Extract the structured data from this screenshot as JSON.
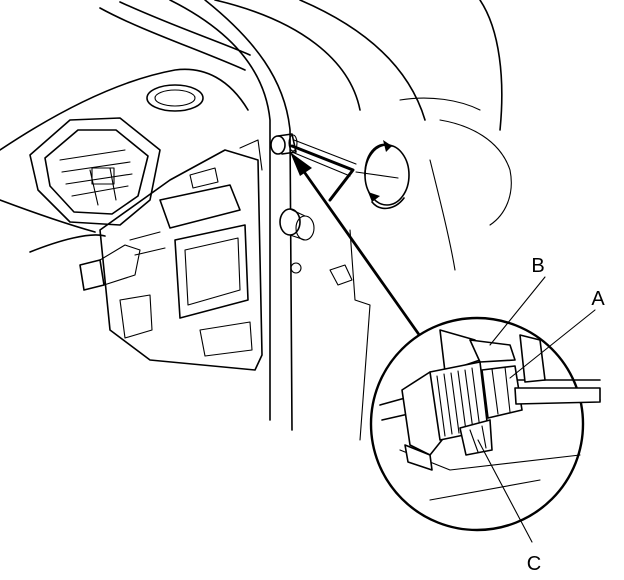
{
  "callouts": {
    "a": "A",
    "b": "B",
    "c": "C"
  },
  "icons": {
    "rotate": "rotate-arrows-icon",
    "pointer": "arrow-icon",
    "key": "hex-key-tool-icon"
  }
}
